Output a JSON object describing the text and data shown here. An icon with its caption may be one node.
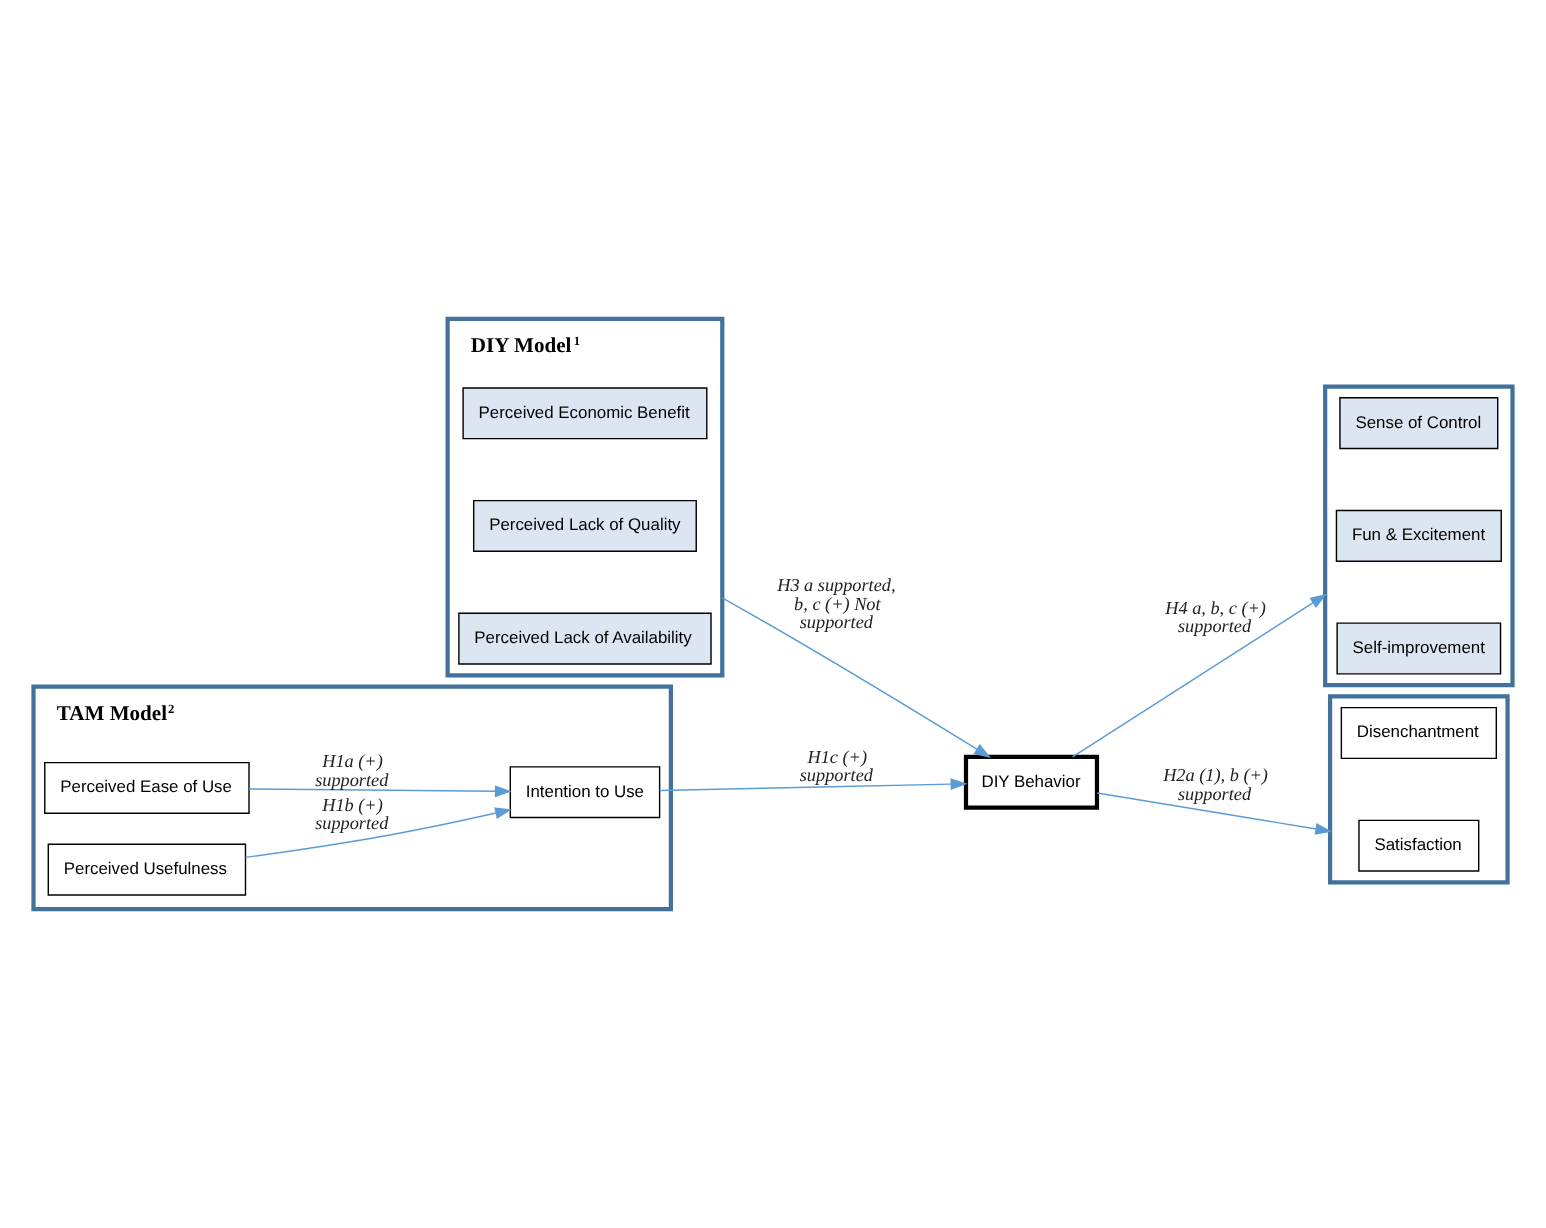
{
  "diagram": {
    "nodes": [
      {
        "text": [
          "DIY Model$^{1}$"
        ]
      },
      {
        "text": [
          "Perceived Economic Benefit"
        ],
        "in": 0
      },
      {
        "text": [
          "Perceived Lack of Quality"
        ],
        "in": 0
      },
      {
        "text": [
          "Perceived Lack of Availability"
        ],
        "in": 0
      },
      {
        "text": [],
        "shape": "box"
      },
      {
        "text": [
          "Sense of Control"
        ],
        "in": 4
      },
      {
        "text": [
          "Fun & Excitement"
        ],
        "in": 4
      },
      {
        "text": [
          "Self-improvement"
        ],
        "in": 4
      },
      {
        "text": [
          "DIY Behavior"
        ]
      },
      {
        "text": [
          "TAM Model$^{2}$"
        ]
      },
      {
        "text": [
          "Perceived Ease of Use"
        ],
        "in": 9
      },
      {
        "text": [
          "Perceived Usefulness"
        ],
        "in": 9
      },
      {
        "text": [
          "Intention to Use"
        ],
        "in": 9
      },
      {
        "text": [],
        "shape": "box"
      },
      {
        "text": [
          "Disenchantment"
        ],
        "in": 13
      },
      {
        "text": [
          "Satisfaction"
        ],
        "in": 13
      }
    ],
    "edges": [
      {
        "from": 0,
        "to": 8,
        "arrow": "to",
        "label": "H3 a supported, b, c (+) Not supported"
      },
      {
        "from": 8,
        "to": 4,
        "arrow": "to",
        "label": "H4 a, b, c (+) supported"
      },
      {
        "from": 8,
        "to": 13,
        "arrow": "to",
        "label": "H2a (1), b (+) supported"
      },
      {
        "from": 10,
        "to": 12,
        "arrow": "to",
        "label": "H1a (+) supported"
      },
      {
        "from": 11,
        "to": 12,
        "arrow": "to",
        "label": "H1b (+) supported"
      },
      {
        "from": 12,
        "to": 8,
        "arrow": "to",
        "label": "H1c (+) supported"
      }
    ]
  }
}
